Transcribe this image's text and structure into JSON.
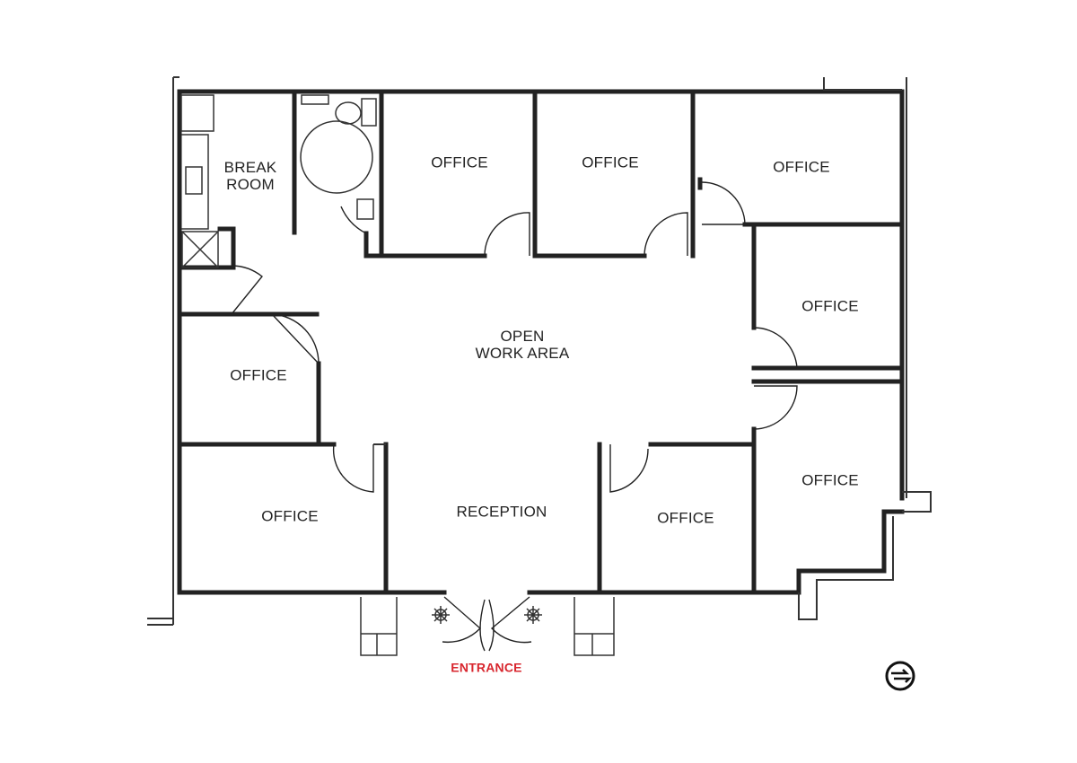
{
  "rooms": {
    "break_room": "BREAK\nROOM",
    "office_top_1": "OFFICE",
    "office_top_2": "OFFICE",
    "office_top_right": "OFFICE",
    "office_right_mid": "OFFICE",
    "office_left_mid": "OFFICE",
    "open_work_area": "OPEN\nWORK AREA",
    "office_bottom_left": "OFFICE",
    "reception": "RECEPTION",
    "office_bottom_mid": "OFFICE",
    "office_right_bottom": "OFFICE"
  },
  "entrance_label": "ENTRANCE",
  "colors": {
    "walls": "#222222",
    "entrance": "#d8262e",
    "background": "#ffffff"
  },
  "icons": {
    "compass": "north-arrow-icon"
  }
}
